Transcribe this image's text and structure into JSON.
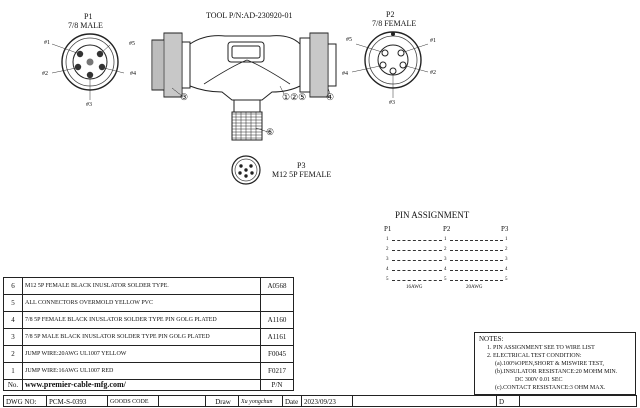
{
  "header": {
    "tool_pn": "TOOL P/N:AD-230920-01"
  },
  "p1": {
    "label": "P1",
    "type": "7/8 MALE",
    "pins": [
      "#1",
      "#5",
      "#2",
      "#4",
      "#3"
    ]
  },
  "p2": {
    "label": "P2",
    "type": "7/8 FEMALE",
    "pins": [
      "#5",
      "#1",
      "#4",
      "#2",
      "#3"
    ]
  },
  "p3": {
    "label": "P3",
    "type": "M12 5P FEMALE"
  },
  "callouts": [
    "③",
    "①②⑤",
    "④",
    "⑥"
  ],
  "pin_assignment": {
    "title": "PIN   ASSIGNMENT",
    "headers": [
      "P1",
      "P2",
      "P3"
    ],
    "pins": [
      "1",
      "2",
      "3",
      "4",
      "5"
    ],
    "wires": [
      "16AWG",
      "20AWG"
    ]
  },
  "bom": {
    "rows": [
      {
        "no": "6",
        "desc": "M12 5P FEMALE BLACK INUSLATOR SOLDER TYPE.",
        "pn": "A0568"
      },
      {
        "no": "5",
        "desc": "ALL CONNECTORS OVERMOLD YELLOW PVC",
        "pn": ""
      },
      {
        "no": "4",
        "desc": "7/8 5P FEMALE BLACK INUSLATOR SOLDER TYPE PIN GOLG PLATED",
        "pn": "A1160"
      },
      {
        "no": "3",
        "desc": "7/8 5P MALE BLACK INUSLATOR SOLDER TYPE PIN GOLG PLATED",
        "pn": "A1161"
      },
      {
        "no": "2",
        "desc": "JUMP WIRE:20AWG UL1007 YELLOW",
        "pn": "F0045"
      },
      {
        "no": "1",
        "desc": "JUMP WIRE:16AWG UL1007 RED",
        "pn": "F0217"
      }
    ],
    "header": {
      "no": "No.",
      "desc": "www.premier-cable-mfg.com/",
      "pn": "P/N"
    }
  },
  "notes": {
    "title": "NOTES:",
    "lines": [
      "1.  PIN ASSIGNMENT SEE TO WIRE LIST",
      "2.  ELECTRICAL TEST CONDITION:",
      "(a).100%OPEN,SHORT & MISWIRE TEST,",
      "(b).INSULATOR RESISTANCE:20 MOHM MIN.",
      "DC 300V 0.01 SEC",
      "(c).CONTACT RESISTANCE:3 OHM MAX."
    ]
  },
  "title_block": {
    "dwg_no_label": "DWG NO:",
    "dwg_no": "PCM-S-0393",
    "goods_code": "GOODS CODE",
    "draw": "Draw",
    "drawer": "Xu yongchun",
    "date_label": "Date",
    "date": "2023/09/23",
    "d": "D"
  }
}
